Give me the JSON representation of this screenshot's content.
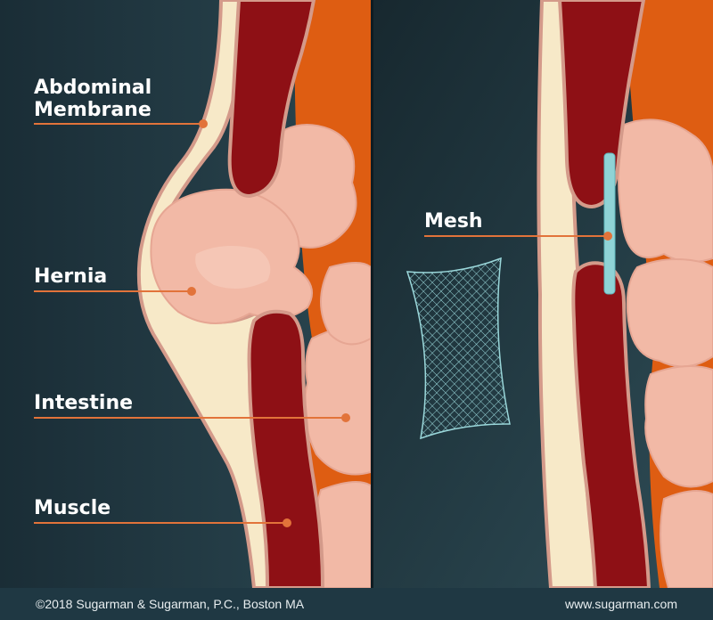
{
  "labels": {
    "abdominal_membrane": [
      "Abdominal",
      "Membrane"
    ],
    "hernia": "Hernia",
    "intestine": "Intestine",
    "muscle": "Muscle",
    "mesh": "Mesh"
  },
  "footer": {
    "copyright": "©2018 Sugarman & Sugarman, P.C., Boston MA",
    "website": "www.sugarman.com"
  },
  "colors": {
    "background_dark": "#183039",
    "muscle": "#8e1015",
    "membrane": "#f7e9c8",
    "membrane_edge": "#d49a8a",
    "intestine": "#f2b9a6",
    "fat": "#de5d12",
    "mesh": "#8fd3d6",
    "leader_line": "#e2733a"
  }
}
